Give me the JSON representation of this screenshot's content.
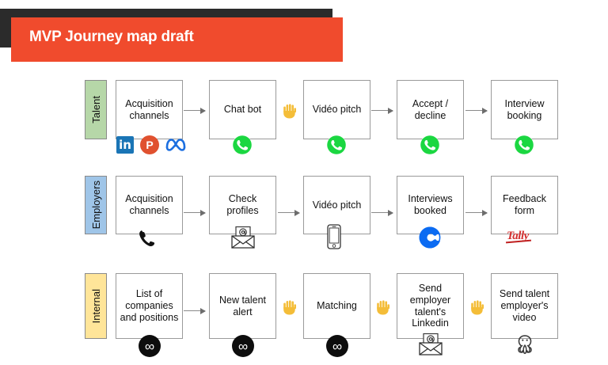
{
  "header": {
    "title": "MVP Journey map draft",
    "bar_color": "#f04b2d",
    "shadow_color": "#2b2b2b"
  },
  "rows": [
    {
      "label": "Talent",
      "color": "#b6d7a8",
      "nodes": [
        {
          "label": "Acquisition channels",
          "icons": [
            "linkedin-icon",
            "p-circle-icon",
            "meta-icon"
          ]
        },
        {
          "label": "Chat bot",
          "icons": [
            "whatsapp-icon"
          ]
        },
        {
          "label": "Vidéo pitch",
          "icons": [
            "whatsapp-icon"
          ]
        },
        {
          "label": "Accept / decline",
          "icons": [
            "whatsapp-icon"
          ]
        },
        {
          "label": "Interview booking",
          "icons": [
            "whatsapp-icon"
          ]
        }
      ],
      "connectors": [
        "arrow",
        "hand",
        "arrow",
        "arrow"
      ]
    },
    {
      "label": "Employers",
      "color": "#9fc5e8",
      "nodes": [
        {
          "label": "Acquisition channels",
          "icons": [
            "phone-handset-icon"
          ]
        },
        {
          "label": "Check profiles",
          "icons": [
            "email-envelope-icon"
          ]
        },
        {
          "label": "Vidéo pitch",
          "icons": [
            "mobile-phone-icon"
          ]
        },
        {
          "label": "Interviews booked",
          "icons": [
            "calendly-icon"
          ]
        },
        {
          "label": "Feedback form",
          "icons": [
            "tally-icon"
          ]
        }
      ],
      "connectors": [
        "arrow",
        "arrow",
        "arrow",
        "arrow"
      ]
    },
    {
      "label": "Internal",
      "color": "#ffe599",
      "nodes": [
        {
          "label": "List of companies and positions",
          "icons": [
            "make-infinity-icon"
          ]
        },
        {
          "label": "New talent alert",
          "icons": [
            "make-infinity-icon"
          ]
        },
        {
          "label": "Matching",
          "icons": [
            "make-infinity-icon"
          ]
        },
        {
          "label": "Send employer talent's Linkedin",
          "icons": [
            "email-envelope-icon"
          ]
        },
        {
          "label": "Send talent employer's video",
          "icons": [
            "octopus-icon"
          ]
        }
      ],
      "connectors": [
        "arrow",
        "hand",
        "hand",
        "hand"
      ]
    }
  ],
  "icon_labels": {
    "linkedin": "in",
    "p_circle": "P",
    "tally": "Tally",
    "infinity": "∞"
  }
}
